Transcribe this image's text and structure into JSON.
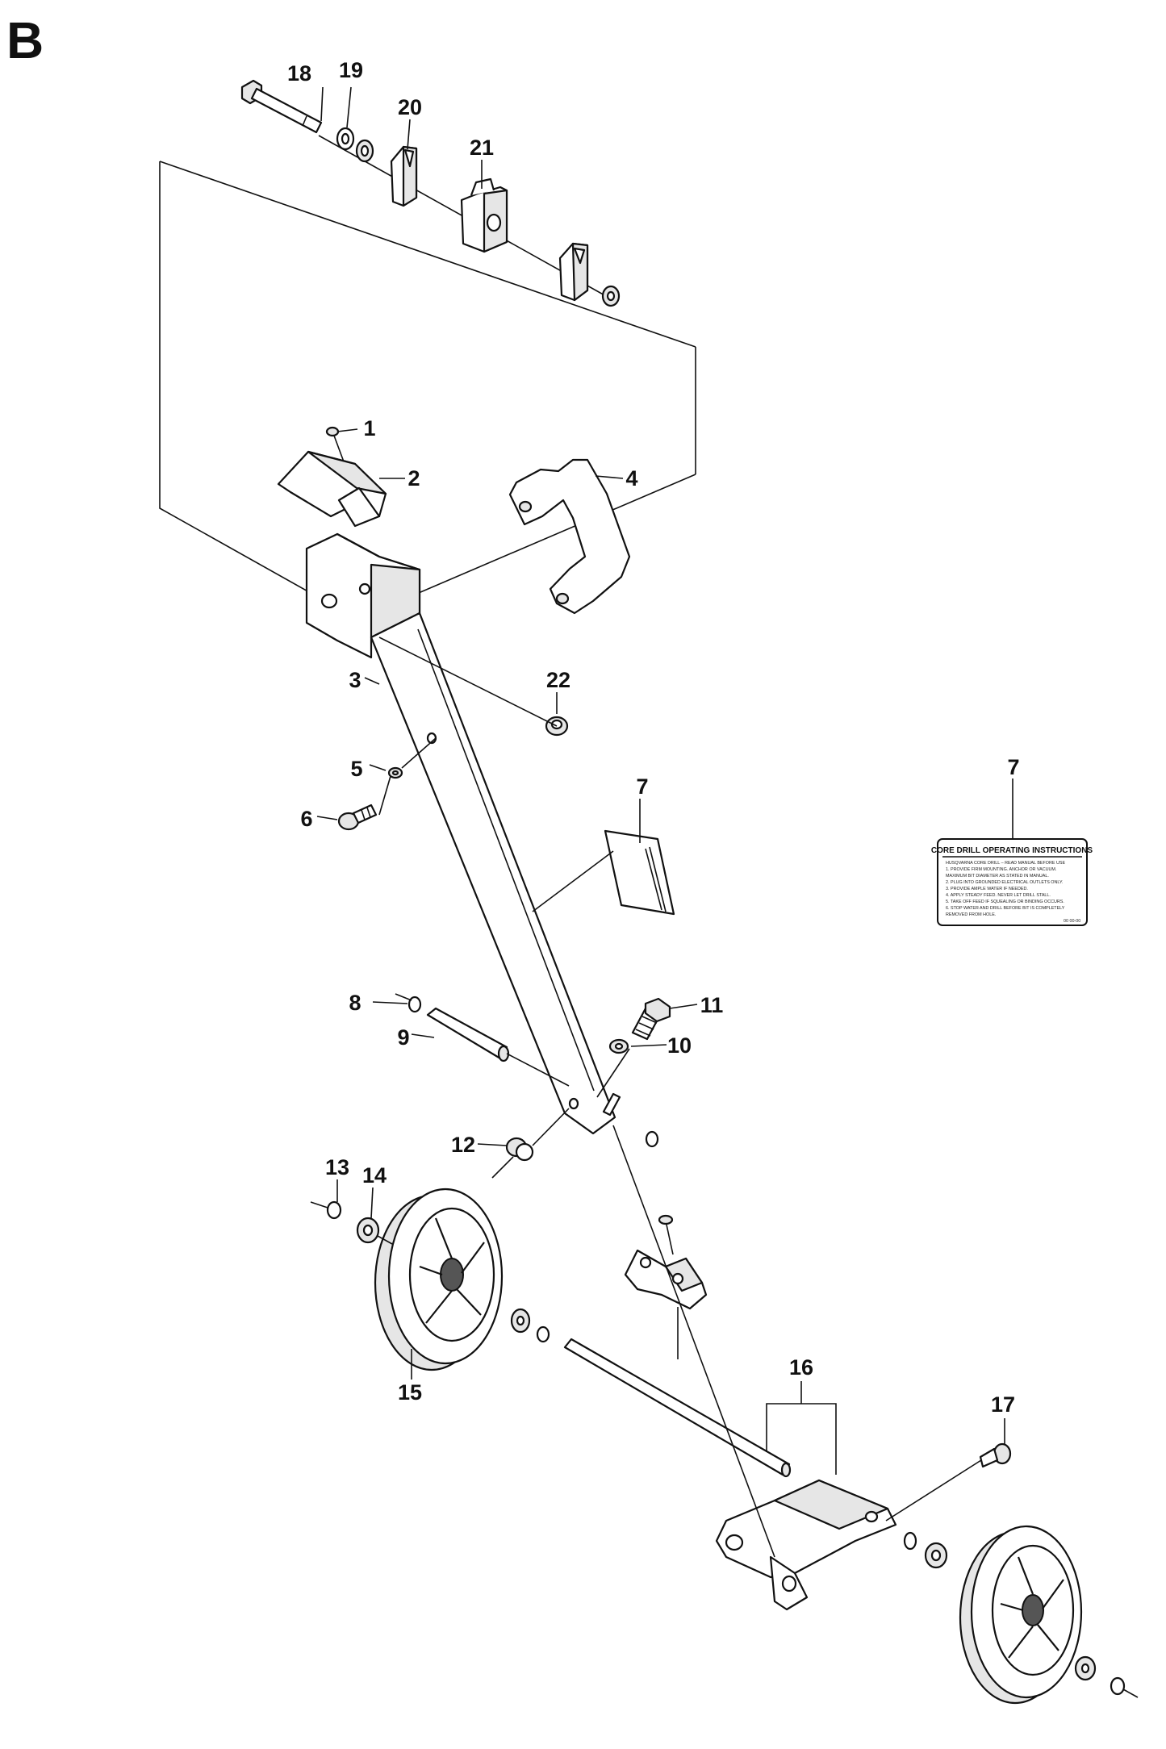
{
  "section_letter": "B",
  "callouts": [
    "1",
    "2",
    "3",
    "4",
    "5",
    "6",
    "7",
    "7",
    "8",
    "9",
    "10",
    "11",
    "12",
    "13",
    "14",
    "15",
    "16",
    "17",
    "18",
    "19",
    "20",
    "21",
    "22"
  ],
  "decal": {
    "title": "CORE DRILL OPERATING INSTRUCTIONS",
    "lines": [
      "HUSQVARNA CORE DRILL – READ MANUAL BEFORE USE",
      "1. PROVIDE FIRM MOUNTING. ANCHOR OR VACUUM.",
      "   MAXIMUM BIT DIAMETER AS STATED IN MANUAL.",
      "2. PLUG INTO GROUNDED ELECTRICAL OUTLETS ONLY.",
      "3. PROVIDE AMPLE WATER IF NEEDED.",
      "4. APPLY STEADY FEED. NEVER LET DRILL STALL.",
      "5. TAKE OFF FEED IF SQUEALING OR BINDING OCCURS.",
      "6. STOP WATER AND DRILL BEFORE BIT IS COMPLETELY",
      "   REMOVED FROM HOLE."
    ],
    "code": "00 00-00"
  }
}
